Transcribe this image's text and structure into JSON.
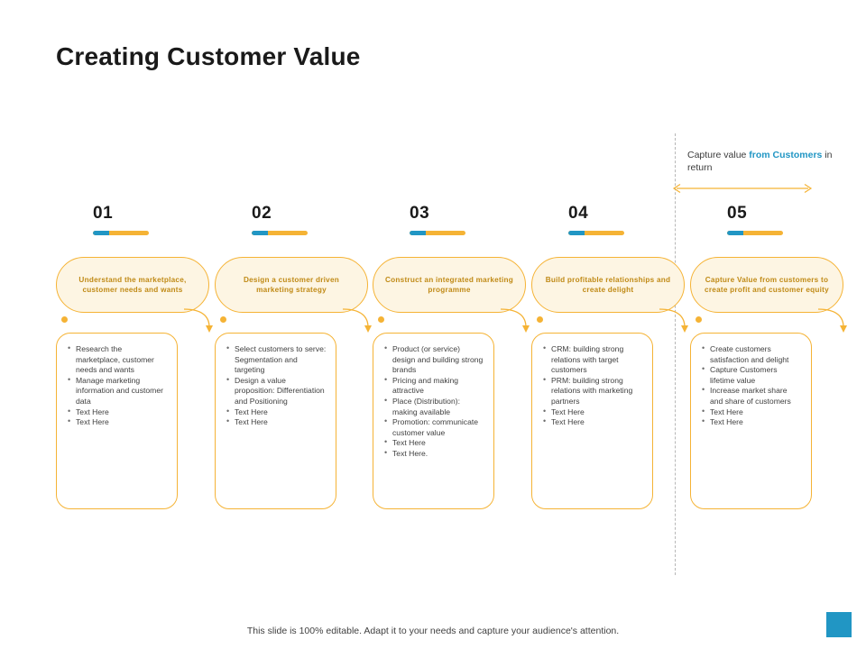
{
  "slide": {
    "title": "Creating Customer Value",
    "footer_note": "This slide is 100% editable. Adapt it to your needs and capture your audience's attention.",
    "accent_yellow": "#F5B335",
    "accent_blue": "#2196C4"
  },
  "annotation": {
    "prefix": "Capture value ",
    "highlight": "from Customers",
    "suffix": " in return"
  },
  "columns": [
    {
      "number": "01",
      "heading": "Understand  the  marketplace,  customer  needs  and  wants",
      "bullets": [
        "Research the marketplace, customer needs and wants",
        "Manage marketing information and customer data",
        "Text Here",
        "Text Here"
      ]
    },
    {
      "number": "02",
      "heading": "Design  a  customer  driven  marketing  strategy",
      "bullets": [
        "Select customers to serve: Segmentation and targeting",
        "Design a value proposition: Differentiation and Positioning",
        "Text Here",
        "Text Here"
      ]
    },
    {
      "number": "03",
      "heading": "Construct  an  integrated  marketing  programme",
      "bullets": [
        "Product (or service) design and building strong brands",
        "Pricing and making attractive",
        "Place (Distribution): making available",
        "Promotion: communicate customer value",
        "Text Here",
        "Text Here."
      ]
    },
    {
      "number": "04",
      "heading": "Build  profitable  relationships  and  create  delight",
      "bullets": [
        "CRM: building strong relations with target customers",
        "PRM:  building strong relations with marketing partners",
        "Text Here",
        "Text Here"
      ]
    },
    {
      "number": "05",
      "heading": "Capture  Value  from  customers  to create  profit  and  customer  equity",
      "bullets": [
        "Create customers satisfaction and delight",
        "Capture Customers lifetime value",
        "Increase market share and share of customers",
        "Text Here",
        "Text Here"
      ]
    }
  ]
}
